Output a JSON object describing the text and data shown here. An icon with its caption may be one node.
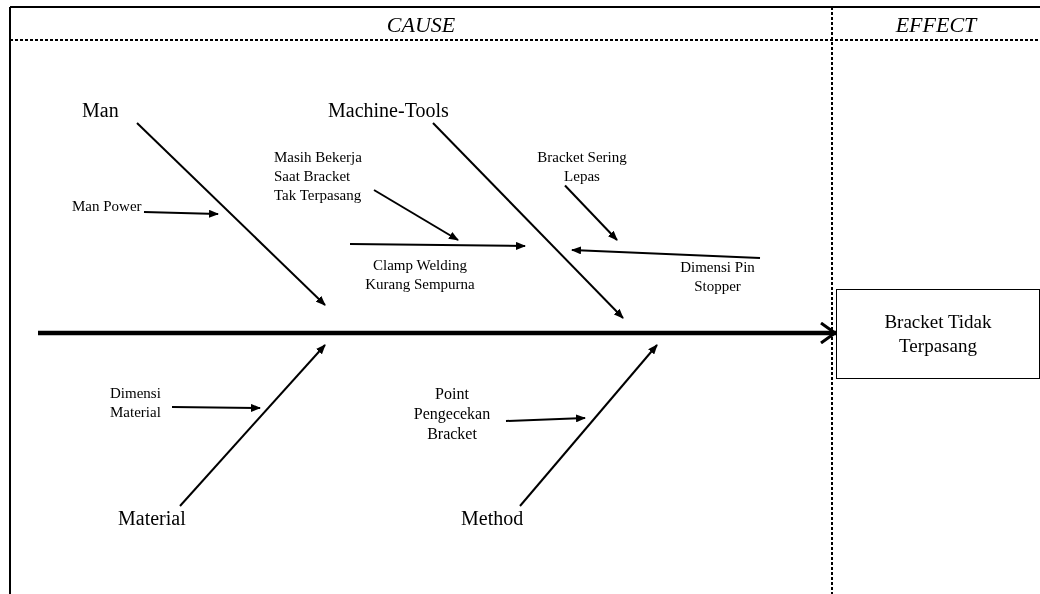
{
  "diagram": {
    "nodes": [
      {
        "text": [
          "Man"
        ]
      },
      {
        "text": [
          "Machine-Tools"
        ]
      },
      {
        "text": [
          "Material"
        ]
      },
      {
        "text": [
          "Method"
        ]
      },
      {
        "text": [
          "Man Power"
        ]
      },
      {
        "text": [
          "Masih Bekerja Saat Bracket Tak Terpasang"
        ]
      },
      {
        "text": [
          "Bracket Sering Lepas"
        ]
      },
      {
        "text": [
          "Clamp Welding Kurang Sempurna"
        ]
      },
      {
        "text": [
          "Dimensi Pin Stopper"
        ]
      },
      {
        "text": [
          "Dimensi Material"
        ]
      },
      {
        "text": [
          "Point Pengecekan Bracket"
        ]
      },
      {
        "text": [
          "Bracket Tidak Terpasang"
        ]
      }
    ],
    "edges": [
      {
        "from": 0,
        "to": null,
        "arrow": "to"
      },
      {
        "from": 4,
        "to": null,
        "arrow": "to"
      },
      {
        "from": 5,
        "to": 7,
        "arrow": "to"
      },
      {
        "from": 7,
        "to": null,
        "arrow": "to"
      },
      {
        "from": 6,
        "to": null,
        "arrow": "to"
      },
      {
        "from": 1,
        "to": null,
        "arrow": "to"
      },
      {
        "from": 8,
        "to": null,
        "arrow": "to"
      },
      {
        "from": 2,
        "to": null,
        "arrow": "to"
      },
      {
        "from": 9,
        "to": null,
        "arrow": "to"
      },
      {
        "from": 10,
        "to": null,
        "arrow": "to"
      },
      {
        "from": 3,
        "to": null,
        "arrow": "to"
      },
      {
        "from": null,
        "to": 11,
        "arrow": "to",
        "style": "thick"
      }
    ],
    "labels": [
      "CAUSE",
      "EFFECT"
    ]
  }
}
